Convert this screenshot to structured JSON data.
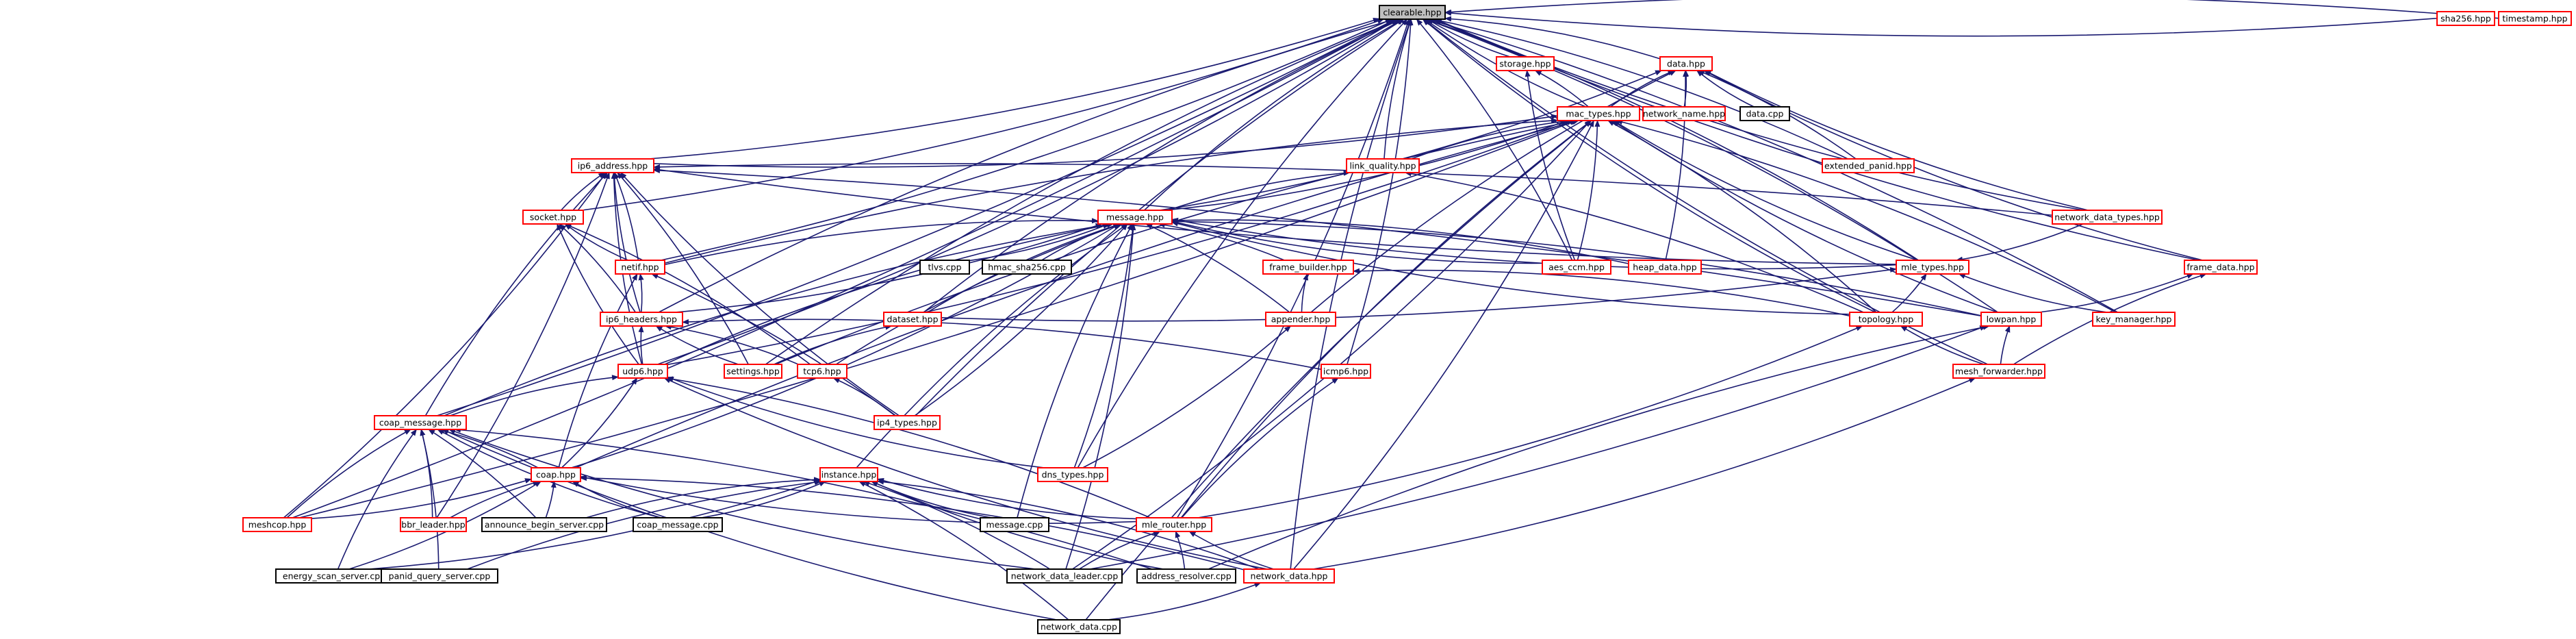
{
  "diagram": {
    "root": "clearable.hpp",
    "colors": {
      "edge": "#191970",
      "node_border_default": "#ff0000",
      "node_border_leaf": "#000000",
      "root_fill": "#bfbfbf",
      "node_fill": "#ffffff"
    },
    "nodes": [
      {
        "id": "clearable",
        "label": "clearable.hpp",
        "style": "root"
      },
      {
        "id": "storage",
        "label": "storage.hpp",
        "style": "red"
      },
      {
        "id": "data",
        "label": "data.hpp",
        "style": "red"
      },
      {
        "id": "sha256",
        "label": "sha256.hpp",
        "style": "red"
      },
      {
        "id": "timestamp",
        "label": "timestamp.hpp",
        "style": "red"
      },
      {
        "id": "mac_types",
        "label": "mac_types.hpp",
        "style": "red"
      },
      {
        "id": "network_name",
        "label": "network_name.hpp",
        "style": "red"
      },
      {
        "id": "data_cpp",
        "label": "data.cpp",
        "style": "black"
      },
      {
        "id": "ip6_address",
        "label": "ip6_address.hpp",
        "style": "red"
      },
      {
        "id": "link_quality",
        "label": "link_quality.hpp",
        "style": "red"
      },
      {
        "id": "extended_panid",
        "label": "extended_panid.hpp",
        "style": "red"
      },
      {
        "id": "network_data_types",
        "label": "network_data_types.hpp",
        "style": "red"
      },
      {
        "id": "socket",
        "label": "socket.hpp",
        "style": "red"
      },
      {
        "id": "message",
        "label": "message.hpp",
        "style": "red"
      },
      {
        "id": "netif",
        "label": "netif.hpp",
        "style": "red"
      },
      {
        "id": "tlvs_cpp",
        "label": "tlvs.cpp",
        "style": "black"
      },
      {
        "id": "hmac_sha256_cpp",
        "label": "hmac_sha256.cpp",
        "style": "black"
      },
      {
        "id": "frame_builder",
        "label": "frame_builder.hpp",
        "style": "red"
      },
      {
        "id": "aes_ccm",
        "label": "aes_ccm.hpp",
        "style": "red"
      },
      {
        "id": "heap_data",
        "label": "heap_data.hpp",
        "style": "red"
      },
      {
        "id": "mle_types",
        "label": "mle_types.hpp",
        "style": "red"
      },
      {
        "id": "frame_data",
        "label": "frame_data.hpp",
        "style": "red"
      },
      {
        "id": "ip6_headers",
        "label": "ip6_headers.hpp",
        "style": "red"
      },
      {
        "id": "dataset",
        "label": "dataset.hpp",
        "style": "red"
      },
      {
        "id": "appender",
        "label": "appender.hpp",
        "style": "red"
      },
      {
        "id": "topology",
        "label": "topology.hpp",
        "style": "red"
      },
      {
        "id": "lowpan",
        "label": "lowpan.hpp",
        "style": "red"
      },
      {
        "id": "key_manager",
        "label": "key_manager.hpp",
        "style": "red"
      },
      {
        "id": "settings",
        "label": "settings.hpp",
        "style": "red"
      },
      {
        "id": "tcp6",
        "label": "tcp6.hpp",
        "style": "red"
      },
      {
        "id": "icmp6",
        "label": "icmp6.hpp",
        "style": "red"
      },
      {
        "id": "mesh_forwarder",
        "label": "mesh_forwarder.hpp",
        "style": "red"
      },
      {
        "id": "udp6",
        "label": "udp6.hpp",
        "style": "red"
      },
      {
        "id": "coap_message",
        "label": "coap_message.hpp",
        "style": "red"
      },
      {
        "id": "ip4_types",
        "label": "ip4_types.hpp",
        "style": "red"
      },
      {
        "id": "coap",
        "label": "coap.hpp",
        "style": "red"
      },
      {
        "id": "instance",
        "label": "instance.hpp",
        "style": "red"
      },
      {
        "id": "dns_types",
        "label": "dns_types.hpp",
        "style": "red"
      },
      {
        "id": "meshcop",
        "label": "meshcop.hpp",
        "style": "red"
      },
      {
        "id": "bbr_leader",
        "label": "bbr_leader.hpp",
        "style": "red"
      },
      {
        "id": "announce_begin_server_cpp",
        "label": "announce_begin_server.cpp",
        "style": "black"
      },
      {
        "id": "coap_message_cpp",
        "label": "coap_message.cpp",
        "style": "black"
      },
      {
        "id": "message_cpp",
        "label": "message.cpp",
        "style": "black"
      },
      {
        "id": "mle_router",
        "label": "mle_router.hpp",
        "style": "red"
      },
      {
        "id": "energy_scan_server_cpp",
        "label": "energy_scan_server.cpp",
        "style": "black"
      },
      {
        "id": "panid_query_server_cpp",
        "label": "panid_query_server.cpp",
        "style": "black"
      },
      {
        "id": "network_data_leader_cpp",
        "label": "network_data_leader.cpp",
        "style": "black"
      },
      {
        "id": "address_resolver_cpp",
        "label": "address_resolver.cpp",
        "style": "black"
      },
      {
        "id": "network_data",
        "label": "network_data.hpp",
        "style": "red"
      },
      {
        "id": "network_data_cpp",
        "label": "network_data.cpp",
        "style": "black"
      }
    ],
    "edges": [
      [
        "storage",
        "clearable"
      ],
      [
        "data",
        "clearable"
      ],
      [
        "sha256",
        "clearable"
      ],
      [
        "timestamp",
        "clearable"
      ],
      [
        "mac_types",
        "clearable"
      ],
      [
        "ip6_address",
        "clearable"
      ],
      [
        "link_quality",
        "clearable"
      ],
      [
        "extended_panid",
        "clearable"
      ],
      [
        "network_data_types",
        "clearable"
      ],
      [
        "socket",
        "clearable"
      ],
      [
        "message",
        "clearable"
      ],
      [
        "netif",
        "clearable"
      ],
      [
        "frame_data",
        "clearable"
      ],
      [
        "mle_types",
        "clearable"
      ],
      [
        "dataset",
        "clearable"
      ],
      [
        "lowpan",
        "clearable"
      ],
      [
        "topology",
        "clearable"
      ],
      [
        "key_manager",
        "clearable"
      ],
      [
        "settings",
        "clearable"
      ],
      [
        "icmp6",
        "clearable"
      ],
      [
        "mesh_forwarder",
        "clearable"
      ],
      [
        "coap_message",
        "clearable"
      ],
      [
        "ip4_types",
        "clearable"
      ],
      [
        "meshcop",
        "clearable"
      ],
      [
        "dns_types",
        "clearable"
      ],
      [
        "mle_router",
        "clearable"
      ],
      [
        "network_data",
        "clearable"
      ],
      [
        "udp6",
        "clearable"
      ],
      [
        "ip6_headers",
        "clearable"
      ],
      [
        "aes_ccm",
        "clearable"
      ],
      [
        "mac_types",
        "data"
      ],
      [
        "network_name",
        "data"
      ],
      [
        "data_cpp",
        "data"
      ],
      [
        "extended_panid",
        "data"
      ],
      [
        "network_data_types",
        "data"
      ],
      [
        "heap_data",
        "data"
      ],
      [
        "appender",
        "data"
      ],
      [
        "message",
        "data"
      ],
      [
        "frame_data",
        "data"
      ],
      [
        "mac_types",
        "storage"
      ],
      [
        "aes_ccm",
        "storage"
      ],
      [
        "ip6_address",
        "mac_types"
      ],
      [
        "link_quality",
        "mac_types"
      ],
      [
        "message",
        "mac_types"
      ],
      [
        "netif",
        "mac_types"
      ],
      [
        "aes_ccm",
        "mac_types"
      ],
      [
        "mle_types",
        "mac_types"
      ],
      [
        "topology",
        "mac_types"
      ],
      [
        "lowpan",
        "mac_types"
      ],
      [
        "key_manager",
        "mac_types"
      ],
      [
        "settings",
        "mac_types"
      ],
      [
        "meshcop",
        "mac_types"
      ],
      [
        "mle_router",
        "mac_types"
      ],
      [
        "network_data",
        "mac_types"
      ],
      [
        "network_data_cpp",
        "mac_types"
      ],
      [
        "network_data_leader_cpp",
        "mac_types"
      ],
      [
        "coap",
        "mac_types"
      ],
      [
        "udp6",
        "mac_types"
      ],
      [
        "message",
        "link_quality"
      ],
      [
        "topology",
        "link_quality"
      ],
      [
        "socket",
        "ip6_address"
      ],
      [
        "netif",
        "ip6_address"
      ],
      [
        "ip6_headers",
        "ip6_address"
      ],
      [
        "network_data_types",
        "ip6_address"
      ],
      [
        "mle_types",
        "ip6_address"
      ],
      [
        "lowpan",
        "ip6_address"
      ],
      [
        "coap_message",
        "ip6_address"
      ],
      [
        "bbr_leader",
        "ip6_address"
      ],
      [
        "udp6",
        "ip6_address"
      ],
      [
        "settings",
        "ip6_address"
      ],
      [
        "ip4_types",
        "ip6_address"
      ],
      [
        "meshcop",
        "ip6_address"
      ],
      [
        "netif",
        "socket"
      ],
      [
        "ip6_headers",
        "socket"
      ],
      [
        "udp6",
        "socket"
      ],
      [
        "tcp6",
        "socket"
      ],
      [
        "netif",
        "message"
      ],
      [
        "tlvs_cpp",
        "message"
      ],
      [
        "hmac_sha256_cpp",
        "message"
      ],
      [
        "frame_builder",
        "message"
      ],
      [
        "aes_ccm",
        "message"
      ],
      [
        "heap_data",
        "message"
      ],
      [
        "mle_types",
        "message"
      ],
      [
        "lowpan",
        "message"
      ],
      [
        "topology",
        "message"
      ],
      [
        "ip6_headers",
        "message"
      ],
      [
        "dataset",
        "message"
      ],
      [
        "appender",
        "message"
      ],
      [
        "coap_message",
        "message"
      ],
      [
        "coap",
        "message"
      ],
      [
        "udp6",
        "message"
      ],
      [
        "ip4_types",
        "message"
      ],
      [
        "instance",
        "message"
      ],
      [
        "dns_types",
        "message"
      ],
      [
        "message_cpp",
        "message"
      ],
      [
        "network_data_leader_cpp",
        "message"
      ],
      [
        "tcp6",
        "message"
      ],
      [
        "ip6_headers",
        "netif"
      ],
      [
        "coap",
        "netif"
      ],
      [
        "ip4_types",
        "netif"
      ],
      [
        "appender",
        "frame_builder"
      ],
      [
        "topology",
        "frame_builder"
      ],
      [
        "network_data_types",
        "mle_types"
      ],
      [
        "topology",
        "mle_types"
      ],
      [
        "key_manager",
        "mle_types"
      ],
      [
        "dataset",
        "mle_types"
      ],
      [
        "mesh_forwarder",
        "frame_data"
      ],
      [
        "lowpan",
        "frame_data"
      ],
      [
        "settings",
        "ip6_headers"
      ],
      [
        "tcp6",
        "ip6_headers"
      ],
      [
        "udp6",
        "ip6_headers"
      ],
      [
        "icmp6",
        "ip6_headers"
      ],
      [
        "settings",
        "dataset"
      ],
      [
        "dns_types",
        "appender"
      ],
      [
        "mesh_forwarder",
        "lowpan"
      ],
      [
        "mle_router",
        "topology"
      ],
      [
        "mesh_forwarder",
        "topology"
      ],
      [
        "network_data_leader_cpp",
        "lowpan"
      ],
      [
        "address_resolver_cpp",
        "lowpan"
      ],
      [
        "ip4_types",
        "tcp6"
      ],
      [
        "mle_router",
        "icmp6"
      ],
      [
        "network_data",
        "mesh_forwarder"
      ],
      [
        "coap_message",
        "udp6"
      ],
      [
        "coap",
        "udp6"
      ],
      [
        "dns_types",
        "udp6"
      ],
      [
        "mle_router",
        "udp6"
      ],
      [
        "network_data",
        "udp6"
      ],
      [
        "coap",
        "coap_message"
      ],
      [
        "meshcop",
        "coap_message"
      ],
      [
        "bbr_leader",
        "coap_message"
      ],
      [
        "energy_scan_server_cpp",
        "coap_message"
      ],
      [
        "panid_query_server_cpp",
        "coap_message"
      ],
      [
        "network_data_leader_cpp",
        "coap_message"
      ],
      [
        "address_resolver_cpp",
        "coap_message"
      ],
      [
        "coap_message_cpp",
        "coap_message"
      ],
      [
        "announce_begin_server_cpp",
        "coap_message"
      ],
      [
        "network_data_cpp",
        "coap_message"
      ],
      [
        "meshcop",
        "coap"
      ],
      [
        "bbr_leader",
        "coap"
      ],
      [
        "announce_begin_server_cpp",
        "coap"
      ],
      [
        "coap_message_cpp",
        "coap"
      ],
      [
        "energy_scan_server_cpp",
        "coap"
      ],
      [
        "mle_router",
        "coap"
      ],
      [
        "network_data",
        "coap"
      ],
      [
        "announce_begin_server_cpp",
        "instance"
      ],
      [
        "coap_message_cpp",
        "instance"
      ],
      [
        "message_cpp",
        "instance"
      ],
      [
        "energy_scan_server_cpp",
        "instance"
      ],
      [
        "panid_query_server_cpp",
        "instance"
      ],
      [
        "network_data_leader_cpp",
        "instance"
      ],
      [
        "address_resolver_cpp",
        "instance"
      ],
      [
        "network_data_cpp",
        "instance"
      ],
      [
        "mle_router",
        "instance"
      ],
      [
        "network_data",
        "instance"
      ],
      [
        "network_data_leader_cpp",
        "mle_router"
      ],
      [
        "address_resolver_cpp",
        "mle_router"
      ],
      [
        "network_data",
        "mle_router"
      ],
      [
        "network_data_cpp",
        "network_data"
      ]
    ]
  }
}
